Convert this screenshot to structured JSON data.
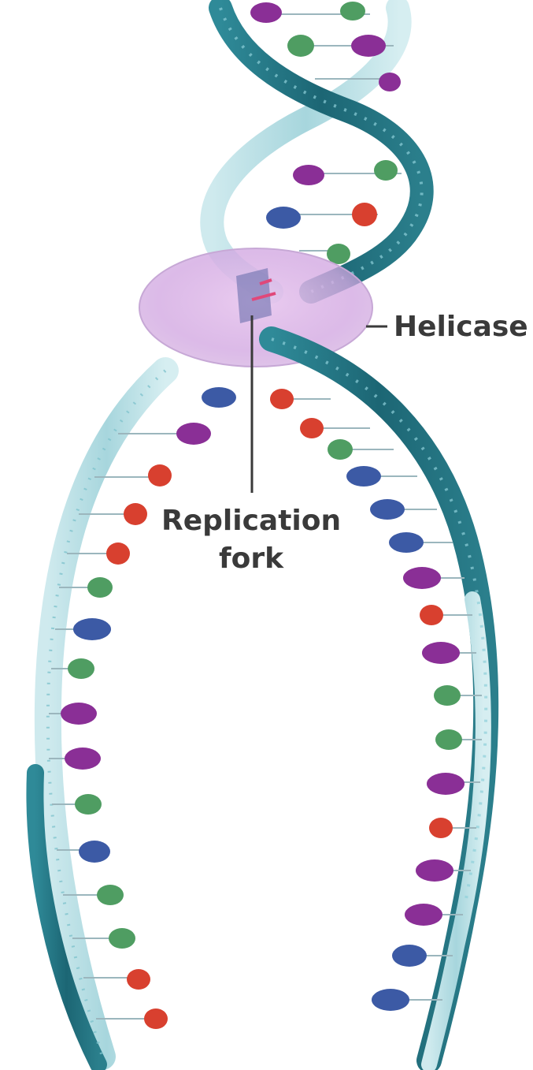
{
  "labels": {
    "helicase": "Helicase",
    "replication_fork_line1": "Replication",
    "replication_fork_line2": "fork"
  },
  "colors": {
    "strand_dark": "#1f6f7d",
    "strand_light": "#b9e1e6",
    "strand_mid": "#6fb7c2",
    "helicase_fill": "#d7b6e6",
    "base_purple": "#8a2f96",
    "base_green": "#4f9d62",
    "base_red": "#d8402f",
    "base_blue": "#3c5aa5"
  },
  "icons": {
    "helicase": "helicase-enzyme-icon",
    "base_pair": "nucleotide-icon"
  }
}
